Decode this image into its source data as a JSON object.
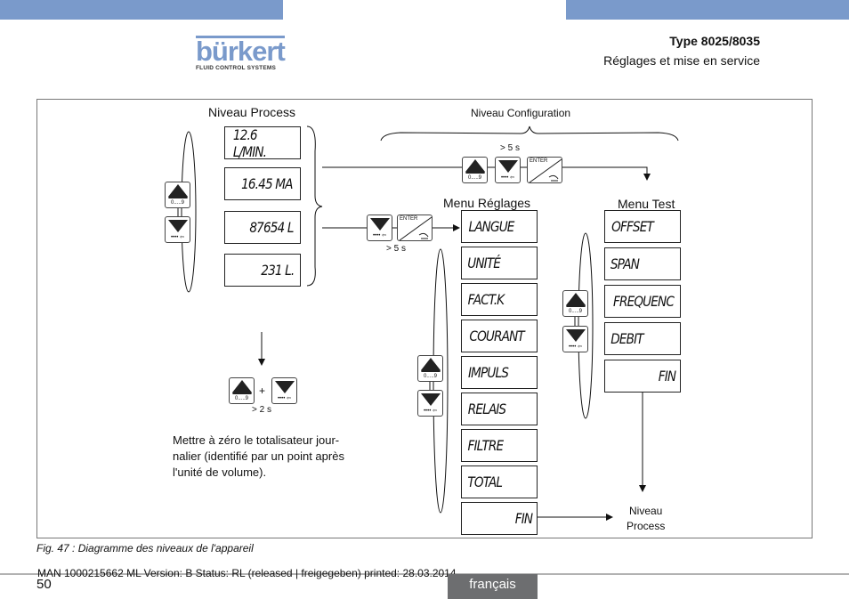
{
  "header": {
    "logo": "bürkert",
    "logo_tagline": "FLUID CONTROL SYSTEMS",
    "type": "Type 8025/8035",
    "subtitle": "Réglages et mise en service"
  },
  "diagram": {
    "niveau_process": "Niveau Process",
    "process_displays": [
      "12.6 L/MIN.",
      "16.45 MA",
      "87654 L",
      "231 L."
    ],
    "niveau_configuration": "Niveau Configuration",
    "menu_reglages": "Menu Réglages",
    "reglages_items": [
      "LANGUE",
      "UNITÉ",
      "FACT.K",
      "COURANT",
      "IMPULS",
      "RELAIS",
      "FILTRE",
      "TOTAL",
      "FIN"
    ],
    "menu_test": "Menu Test",
    "test_items": [
      "OFFSET",
      "SPAN",
      "FREQUENC",
      "DEBIT",
      "FIN"
    ],
    "hold_config": "> 5 s",
    "hold_reglages": "> 5 s",
    "hold_reset": "> 2 s",
    "plus": "+",
    "up_label": "0.....9",
    "enter_label": "ENTER",
    "reset_text": [
      "Mettre à zéro le totalisateur jour-",
      "nalier (identifié par un point après",
      "l'unité de volume)."
    ],
    "return_label": [
      "Niveau",
      "Process"
    ]
  },
  "caption": "Fig. 47 :  Diagramme des niveaux de l'appareil",
  "footer": {
    "doc_info": "MAN  1000215662  ML  Version: B Status: RL (released | freigegeben)  printed: 28.03.2014",
    "page": "50",
    "language": "français"
  },
  "colors": {
    "brand": "#7a9acb",
    "lang_tab": "#6d6e70"
  }
}
